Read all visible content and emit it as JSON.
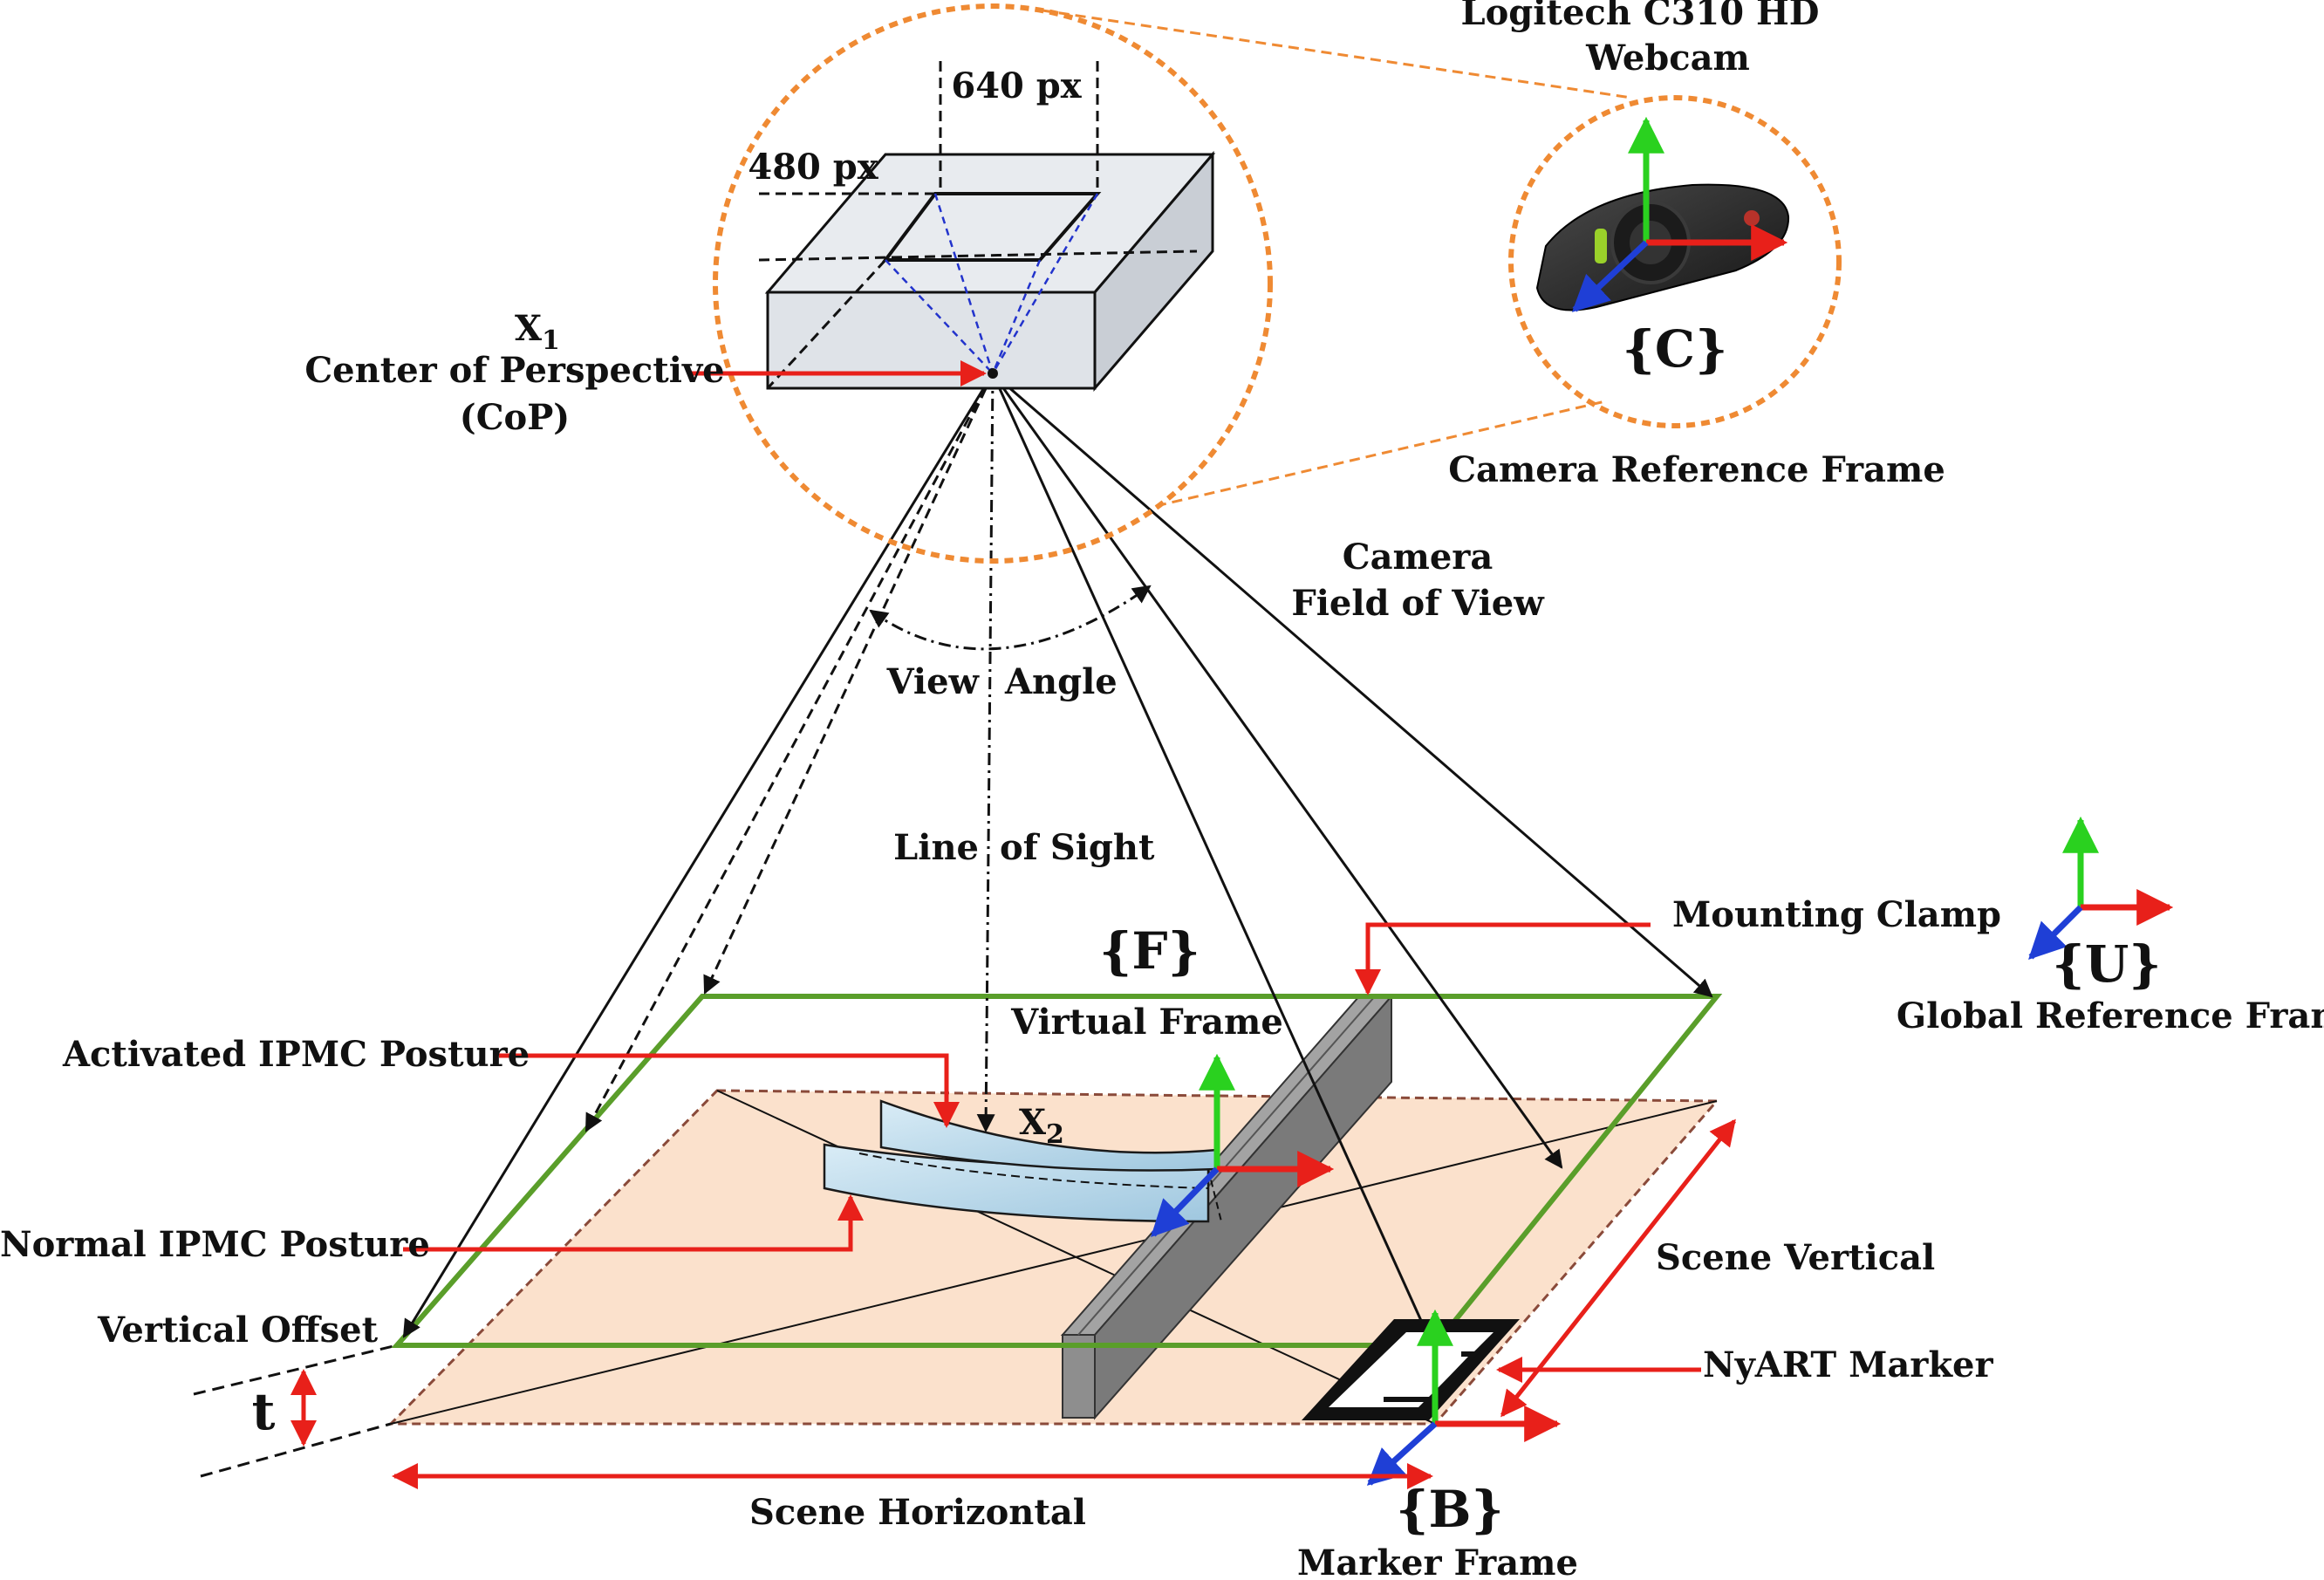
{
  "labels": {
    "webcam_line1": "Logitech C310 HD",
    "webcam_line2": "Webcam",
    "px_640": "640 px",
    "px_480": "480 px",
    "x1": "X",
    "x1_sub": "1",
    "cop_line1": "Center of Perspective",
    "cop_line2": "(CoP)",
    "frame_c": "{C}",
    "camera_ref_frame": "Camera Reference Frame",
    "fov_line1": "Camera",
    "fov_line2": "Field of View",
    "view_angle_1": "View",
    "view_angle_2": "Angle",
    "line_of_sight_1": "Line",
    "line_of_sight_2": "of Sight",
    "mounting_clamp": "Mounting Clamp",
    "frame_f": "{F}",
    "virtual_frame": "Virtual Frame",
    "frame_u": "{U}",
    "global_ref_frame": "Global Reference Frame",
    "activated_ipmc": "Activated IPMC Posture",
    "x2": "X",
    "x2_sub": "2",
    "normal_ipmc": "Normal IPMC Posture",
    "scene_vertical": "Scene Vertical",
    "vertical_offset": "Vertical Offset",
    "nyart_marker": "NyART Marker",
    "t": "t",
    "scene_horizontal": "Scene Horizontal",
    "frame_b": "{B}",
    "marker_frame": "Marker Frame"
  },
  "colors": {
    "axis_x": "#e8201a",
    "axis_y": "#2ad11f",
    "axis_z": "#1f3fd6",
    "callout": "#e8201a",
    "virtual_frame": "#5a9e2a",
    "scene_plane": "#fbe1cc",
    "scene_plane_edge": "#8a4a3a",
    "lens_circle": "#ef8a33",
    "sensor_box": "#dfe3e8",
    "clamp": "#8a8a8a",
    "ipmc": "#b8d8ea"
  },
  "icons": {
    "webcam": "webcam-icon",
    "axes": "coordinate-axes-icon"
  }
}
